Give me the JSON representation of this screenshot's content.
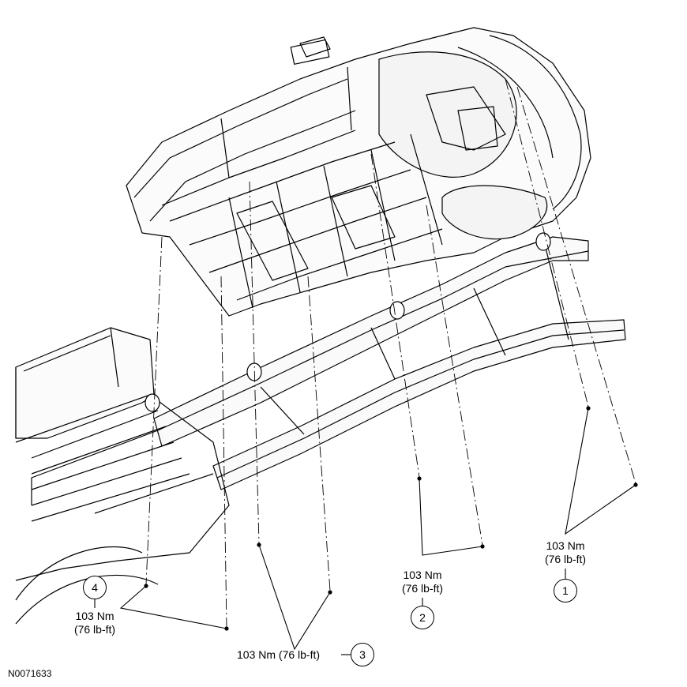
{
  "diagram": {
    "figure_id": "N0071633",
    "callouts": [
      {
        "number": "1",
        "torque_nm": "103 Nm",
        "torque_lbft": "(76 lb-ft)"
      },
      {
        "number": "2",
        "torque_nm": "103 Nm",
        "torque_lbft": "(76 lb-ft)"
      },
      {
        "number": "3",
        "torque_text": "103 Nm (76 lb-ft)"
      },
      {
        "number": "4",
        "torque_nm": "103 Nm",
        "torque_lbft": "(76 lb-ft)"
      }
    ]
  }
}
